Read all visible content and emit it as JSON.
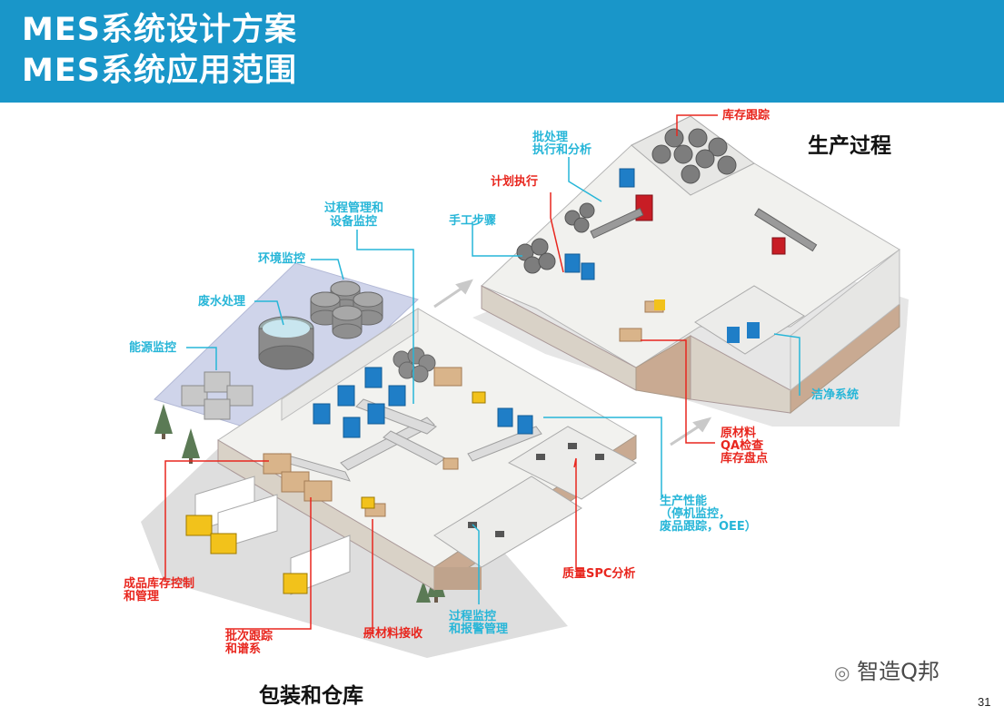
{
  "header": {
    "title_line1": "MES系统设计方案",
    "title_line2": "MES系统应用范围",
    "bg_color": "#1996c9"
  },
  "sections": {
    "production": "生产过程",
    "packaging": "包装和仓库"
  },
  "callouts": {
    "inventory_tracking": "库存跟踪",
    "batch_processing": [
      "批处理",
      "执行和分析"
    ],
    "plan_execution": "计划执行",
    "process_mgmt": [
      "过程管理和",
      "设备监控"
    ],
    "manual_steps": "手工步骤",
    "env_monitoring": "环境监控",
    "wastewater": "废水处理",
    "energy_monitoring": "能源监控",
    "clean_system": "洁净系统",
    "raw_qa": [
      "原材料",
      "QA检查",
      "库存盘点"
    ],
    "production_perf": [
      "生产性能",
      "（停机监控，",
      "废品跟踪，OEE）"
    ],
    "quality_spc": "质量SPC分析",
    "finished_goods": [
      "成品库存控制",
      "和管理"
    ],
    "batch_trace": [
      "批次跟踪",
      "和谱系"
    ],
    "raw_receiving": "原材料接收",
    "process_alarm": [
      "过程监控",
      "和报警管理"
    ]
  },
  "colors": {
    "callout_cyan": "#27b6d8",
    "callout_red": "#e8261e",
    "floor": "#f1f1ee",
    "wall_side": "#c9aa92",
    "equipment_blue": "#1f7ec7"
  },
  "watermark": "智造Q邦",
  "page_number": "31"
}
